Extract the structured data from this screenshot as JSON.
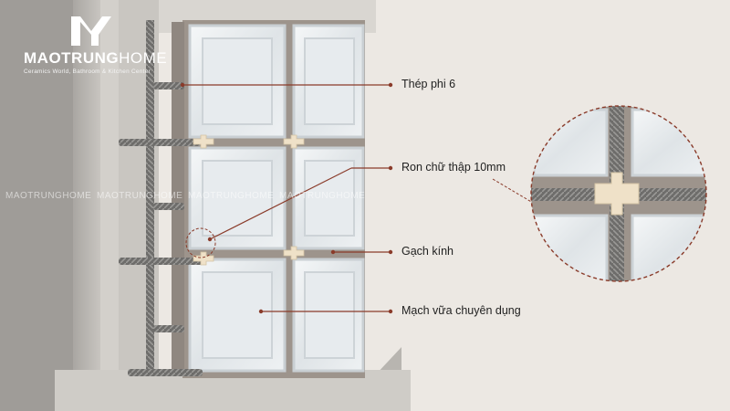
{
  "logo": {
    "icon": "mt-monogram-icon",
    "name_bold": "MAOTRUNG",
    "name_light": "HOME",
    "tagline": "Ceramics World, Bathroom & Kitchen Center"
  },
  "watermark": {
    "text": "MAOTRUNGHOME"
  },
  "callouts": [
    {
      "id": "steel",
      "label": "Thép phi 6"
    },
    {
      "id": "spacer",
      "label": "Ron chữ thập 10mm"
    },
    {
      "id": "glass",
      "label": "Gạch kính"
    },
    {
      "id": "mortar",
      "label": "Mạch vữa chuyên dụng"
    }
  ],
  "colors": {
    "background": "#ece8e3",
    "leader_line": "#8a3b2a",
    "mortar": "#9d948c",
    "spacer": "#efe1c8",
    "rebar": "#6e6d6b",
    "wall": "#d3d0cb"
  }
}
